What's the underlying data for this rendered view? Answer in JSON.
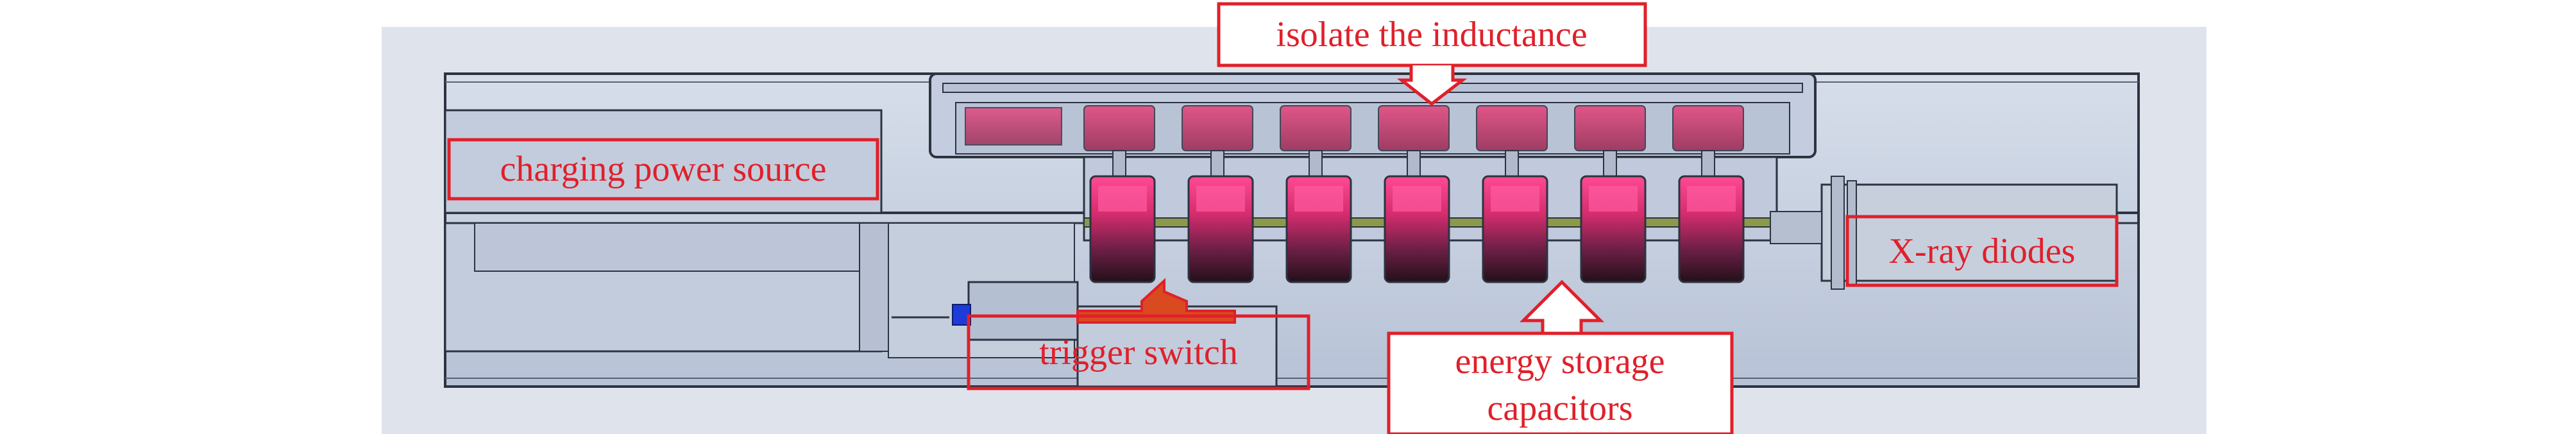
{
  "labels": {
    "isolate_inductance": "isolate the inductance",
    "charging_power_source": "charging power source",
    "xray_diodes": "X-ray diodes",
    "trigger_switch": "trigger switch",
    "energy_storage_line1": "energy storage",
    "energy_storage_line2": "capacitors"
  },
  "colors": {
    "annotation": "#e0202a",
    "background_panel": "#dde3ec",
    "housing_fill": "#c9d3e3",
    "housing_stroke": "#3a4150",
    "capacitor_top": "#ff3c8a",
    "capacitor_bottom": "#2a1424",
    "inductor": "#c8305e",
    "connector_blue": "#1e3ad8",
    "switch_orange": "#d94a20",
    "xray_diode": "#b9c2d2"
  },
  "capacitor_count": 7,
  "inductor_count": 7
}
